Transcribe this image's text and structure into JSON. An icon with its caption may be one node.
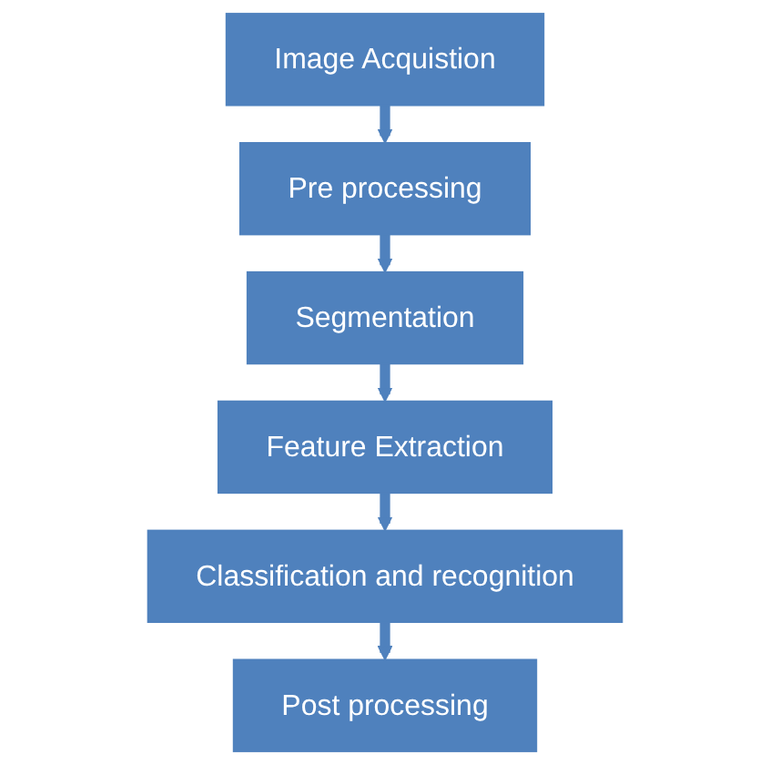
{
  "diagram": {
    "nodes": [
      {
        "text": [
          "Image Acquistion"
        ]
      },
      {
        "text": [
          "Pre processing"
        ]
      },
      {
        "text": [
          "Segmentation"
        ]
      },
      {
        "text": [
          "Feature Extraction"
        ]
      },
      {
        "text": [
          "Classification and recognition"
        ]
      },
      {
        "text": [
          "Post processing"
        ]
      }
    ],
    "edges": [
      {
        "from": 0,
        "to": 1,
        "arrow": "to"
      },
      {
        "from": 1,
        "to": 2,
        "arrow": "to"
      },
      {
        "from": 2,
        "to": 3,
        "arrow": "to"
      },
      {
        "from": 3,
        "to": 4,
        "arrow": "to"
      },
      {
        "from": 4,
        "to": 5,
        "arrow": "to"
      }
    ]
  }
}
